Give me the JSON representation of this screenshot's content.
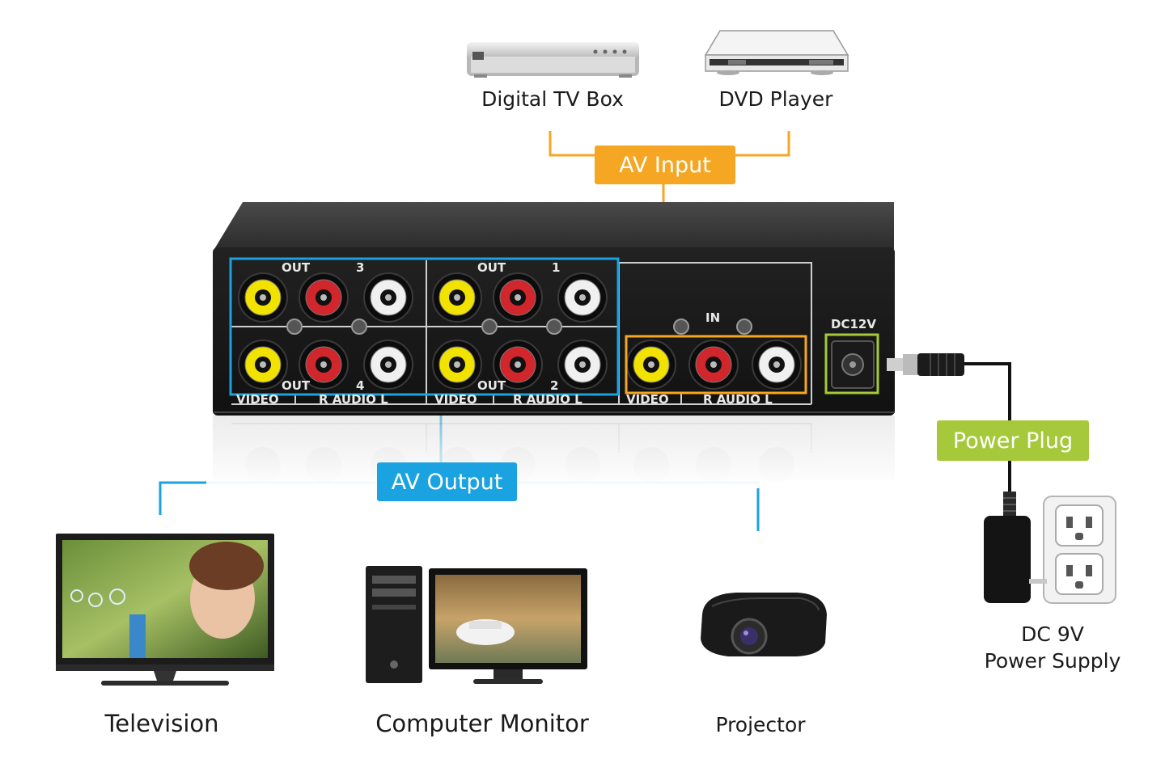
{
  "sources": {
    "digital_tv_box": "Digital TV Box",
    "dvd_player": "DVD Player"
  },
  "tags": {
    "av_input": "AV Input",
    "av_output": "AV Output",
    "power_plug": "Power Plug"
  },
  "device_panel": {
    "out_label": "OUT",
    "in_label": "IN",
    "port_3": "3",
    "port_1": "1",
    "port_4": "4",
    "port_2": "2",
    "video": "VIDEO",
    "audio": "R  AUDIO  L",
    "dc_in": "DC12V"
  },
  "outputs": {
    "television": "Television",
    "computer_monitor": "Computer Monitor",
    "projector": "Projector"
  },
  "power": {
    "line1": "DC 9V",
    "line2": "Power Supply"
  },
  "colors": {
    "input": "#f5a623",
    "output": "#1aa3e0",
    "power": "#a5c93a",
    "rca_video": "#f2e200",
    "rca_audio_r": "#d0262c",
    "rca_audio_l": "#f0f0f0"
  }
}
